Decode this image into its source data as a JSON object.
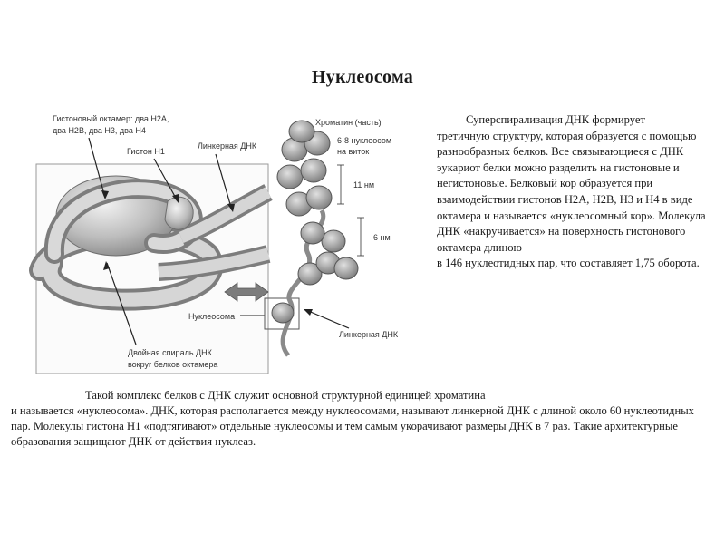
{
  "title": "Нуклеосома",
  "figure": {
    "labels": {
      "octamer_line1": "Гистоновый октамер: два Н2А,",
      "octamer_line2": "два Н2В, два Н3, два Н4",
      "histone_h1": "Гистон Н1",
      "linker_dna_top": "Линкерная ДНК",
      "nucleosome": "Нуклеосома",
      "double_helix_line1": "Двойная спираль ДНК",
      "double_helix_line2": "вокруг белков октамера",
      "chromatin": "Хроматин (часть)",
      "per_turn_line1": "6-8 нуклеосом",
      "per_turn_line2": "на виток",
      "nm11": "11 нм",
      "nm6": "6 нм",
      "linker_dna_bottom": "Линкерная ДНК"
    }
  },
  "right_text": {
    "line1": "Суперспирализация ДНК формирует",
    "rest": "третичную структуру, которая образуется с помощью разнообразных белков. Все связывающиеся с ДНК эукариот белки можно разделить на гистоновые и негистоновые. Белковый кор образуется при взаимодействии гистонов Н2А, Н2В, Н3 и Н4 в виде октамера и называется «нуклеосомный кор». Молекула ДНК «накручивается» на поверхность гистонового октамера длиною",
    "last": "в 146 нуклеотидных пар, что составляет 1,75 оборота."
  },
  "bottom_text": {
    "line1": "Такой комплекс белков с ДНК служит основной структурной единицей хроматина",
    "rest": "и называется «нуклеосома». ДНК, которая располагается между нуклеосомами, называют линкерной ДНК с длиной около 60 нуклеотидных пар. Молекулы гистона Н1 «подтягивают» отдельные нуклеосомы и тем самым укорачивают размеры ДНК в 7 раз. Такие архитектурные образования защищают ДНК от действия нуклеаз."
  }
}
